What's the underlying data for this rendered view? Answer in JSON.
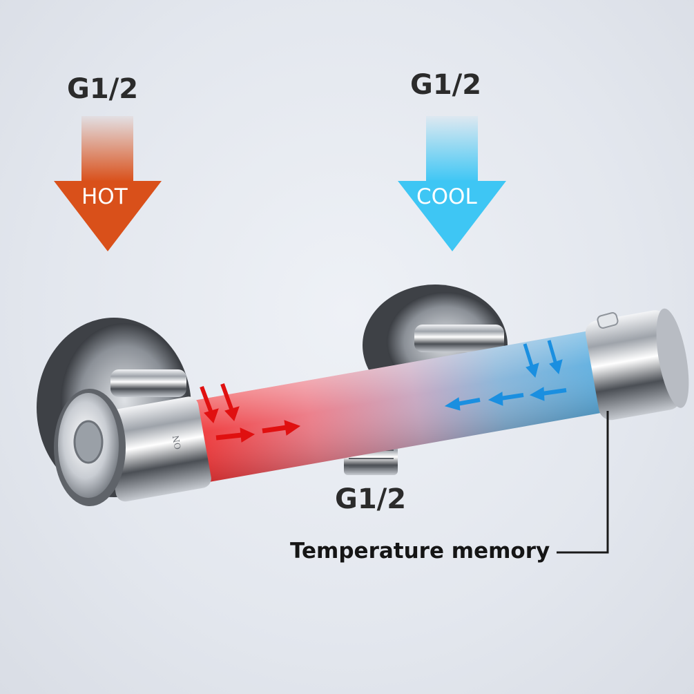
{
  "labels": {
    "hot_inlet": "G1/2",
    "cool_inlet": "G1/2",
    "outlet": "G1/2",
    "hot": "HOT",
    "cool": "COOL",
    "temperature_memory": "Temperature memory",
    "knob_marking": "ON"
  },
  "colors": {
    "hot": "#d9501a",
    "cool": "#3ec6f4",
    "hot_flow": "#e01010",
    "cool_flow": "#1a8fe0",
    "text": "#2b2b2b",
    "background": "#e6e9ef"
  }
}
